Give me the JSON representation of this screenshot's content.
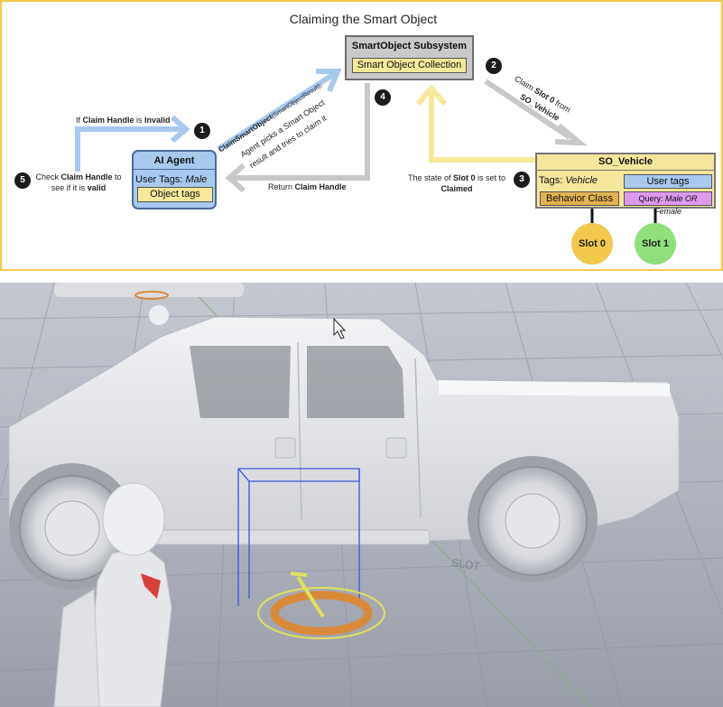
{
  "diagram": {
    "title": "Claiming the Smart Object",
    "subsystem": {
      "title": "SmartObject Subsystem",
      "collection": "Smart Object Collection"
    },
    "agent": {
      "title": "AI Agent",
      "tags_label": "User Tags: ",
      "tags_value": "Male",
      "object_tags": "Object tags"
    },
    "vehicle": {
      "title": "SO_Vehicle",
      "tags_label": "Tags: ",
      "tags_value": "Vehicle",
      "user_tags": "User tags",
      "behavior_class": "Behavior Class",
      "query_label": "Query: ",
      "query_value": "Male OR Female"
    },
    "slots": [
      {
        "label": "Slot 0",
        "color": "#f2c94c"
      },
      {
        "label": "Slot 1",
        "color": "#8fe07a"
      }
    ],
    "steps": [
      "1",
      "2",
      "3",
      "4",
      "5"
    ],
    "labels": {
      "step1_call_bold": "ClaimSmartObject",
      "step1_call_args": "(SmartObjectResult);",
      "step1_desc1": "Agent picks a Smart Object",
      "step1_desc2": "result and tries to claim it",
      "step2_a": "Claim ",
      "step2_b": "Slot 0",
      "step2_c": " from",
      "step2_d": "SO_Vehicle",
      "step3_a": "The state of ",
      "step3_b": "Slot 0",
      "step3_c": " is set to",
      "step3_d": "Claimed",
      "step4_a": "Return ",
      "step4_b": "Claim Handle",
      "invalid_a": "If ",
      "invalid_b": "Claim Handle",
      "invalid_c": " is ",
      "invalid_d": "Invalid",
      "step5_a": "Check ",
      "step5_b": "Claim Handle",
      "step5_c": " to",
      "step5_d": "see if it is ",
      "step5_e": "valid"
    },
    "colors": {
      "border": "#f2c94c",
      "arrow_blue": "#a8c8ee",
      "arrow_gray": "#c8c8c8",
      "arrow_yellow": "#f6e99a"
    }
  },
  "scene": {
    "ground_text": "SLOT",
    "colors": {
      "floor": "#aeb2bd",
      "truck": "#e7e8eb",
      "slot_ring": "#d98a3a",
      "gizmo_box": "#3a55d9"
    }
  }
}
